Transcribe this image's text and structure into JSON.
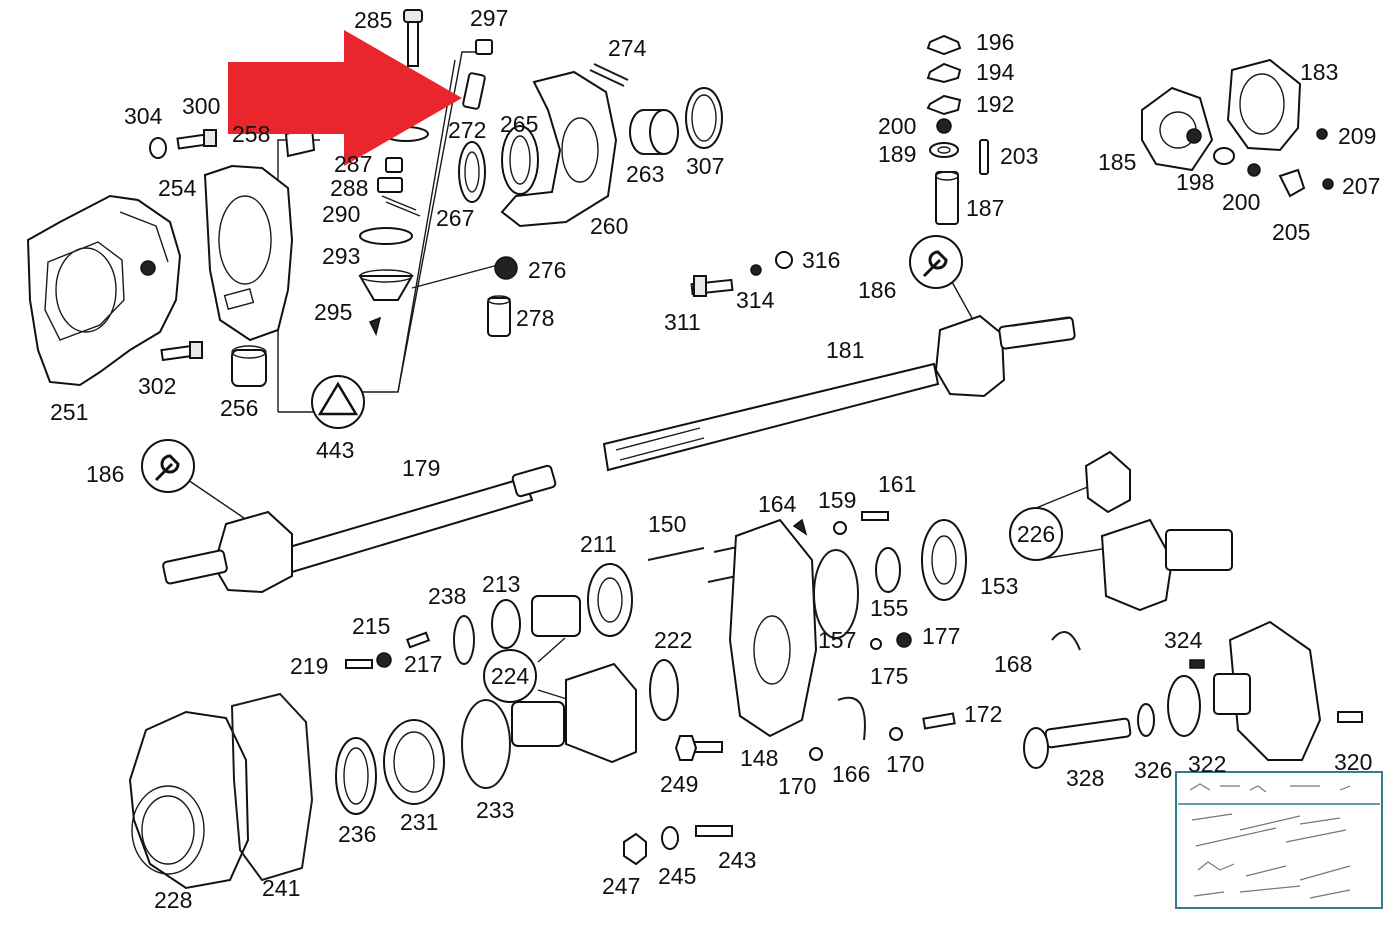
{
  "diagram": {
    "accent_color": "#e8262b",
    "thumbnail_border_color": "#2f7f8a",
    "callouts": {
      "wrench_186_top": "186",
      "wrench_186_left": "186",
      "triangle_443": "443",
      "group_224": "224",
      "group_226": "226"
    },
    "labels": [
      {
        "id": "l285",
        "text": "285"
      },
      {
        "id": "l297",
        "text": "297"
      },
      {
        "id": "l274",
        "text": "274"
      },
      {
        "id": "l304",
        "text": "304"
      },
      {
        "id": "l300",
        "text": "300"
      },
      {
        "id": "l258",
        "text": "258"
      },
      {
        "id": "l287",
        "text": "287"
      },
      {
        "id": "l272",
        "text": "272"
      },
      {
        "id": "l265",
        "text": "265"
      },
      {
        "id": "l263",
        "text": "263"
      },
      {
        "id": "l307",
        "text": "307"
      },
      {
        "id": "l254",
        "text": "254"
      },
      {
        "id": "l288",
        "text": "288"
      },
      {
        "id": "l290",
        "text": "290"
      },
      {
        "id": "l267",
        "text": "267"
      },
      {
        "id": "l260",
        "text": "260"
      },
      {
        "id": "l293",
        "text": "293"
      },
      {
        "id": "l276",
        "text": "276"
      },
      {
        "id": "l295",
        "text": "295"
      },
      {
        "id": "l278",
        "text": "278"
      },
      {
        "id": "l302",
        "text": "302"
      },
      {
        "id": "l256",
        "text": "256"
      },
      {
        "id": "l251",
        "text": "251"
      },
      {
        "id": "l196",
        "text": "196"
      },
      {
        "id": "l194",
        "text": "194"
      },
      {
        "id": "l192",
        "text": "192"
      },
      {
        "id": "l200a",
        "text": "200"
      },
      {
        "id": "l189",
        "text": "189"
      },
      {
        "id": "l203",
        "text": "203"
      },
      {
        "id": "l187",
        "text": "187"
      },
      {
        "id": "l183",
        "text": "183"
      },
      {
        "id": "l185",
        "text": "185"
      },
      {
        "id": "l209",
        "text": "209"
      },
      {
        "id": "l198",
        "text": "198"
      },
      {
        "id": "l200b",
        "text": "200"
      },
      {
        "id": "l207",
        "text": "207"
      },
      {
        "id": "l205",
        "text": "205"
      },
      {
        "id": "l316",
        "text": "316"
      },
      {
        "id": "l314",
        "text": "314"
      },
      {
        "id": "l311",
        "text": "311"
      },
      {
        "id": "l181",
        "text": "181"
      },
      {
        "id": "l179",
        "text": "179"
      },
      {
        "id": "l164",
        "text": "164"
      },
      {
        "id": "l159",
        "text": "159"
      },
      {
        "id": "l161",
        "text": "161"
      },
      {
        "id": "l150",
        "text": "150"
      },
      {
        "id": "l211",
        "text": "211"
      },
      {
        "id": "l213",
        "text": "213"
      },
      {
        "id": "l238",
        "text": "238"
      },
      {
        "id": "l215",
        "text": "215"
      },
      {
        "id": "l219",
        "text": "219"
      },
      {
        "id": "l217",
        "text": "217"
      },
      {
        "id": "l222",
        "text": "222"
      },
      {
        "id": "l155",
        "text": "155"
      },
      {
        "id": "l157",
        "text": "157"
      },
      {
        "id": "l177",
        "text": "177"
      },
      {
        "id": "l153",
        "text": "153"
      },
      {
        "id": "l168",
        "text": "168"
      },
      {
        "id": "l175",
        "text": "175"
      },
      {
        "id": "l324",
        "text": "324"
      },
      {
        "id": "l172",
        "text": "172"
      },
      {
        "id": "l148",
        "text": "148"
      },
      {
        "id": "l249",
        "text": "249"
      },
      {
        "id": "l170a",
        "text": "170"
      },
      {
        "id": "l166",
        "text": "166"
      },
      {
        "id": "l170b",
        "text": "170"
      },
      {
        "id": "l328",
        "text": "328"
      },
      {
        "id": "l326",
        "text": "326"
      },
      {
        "id": "l322",
        "text": "322"
      },
      {
        "id": "l320",
        "text": "320"
      },
      {
        "id": "l236",
        "text": "236"
      },
      {
        "id": "l231",
        "text": "231"
      },
      {
        "id": "l233",
        "text": "233"
      },
      {
        "id": "l228",
        "text": "228"
      },
      {
        "id": "l241",
        "text": "241"
      },
      {
        "id": "l247",
        "text": "247"
      },
      {
        "id": "l245",
        "text": "245"
      },
      {
        "id": "l243",
        "text": "243"
      }
    ]
  }
}
